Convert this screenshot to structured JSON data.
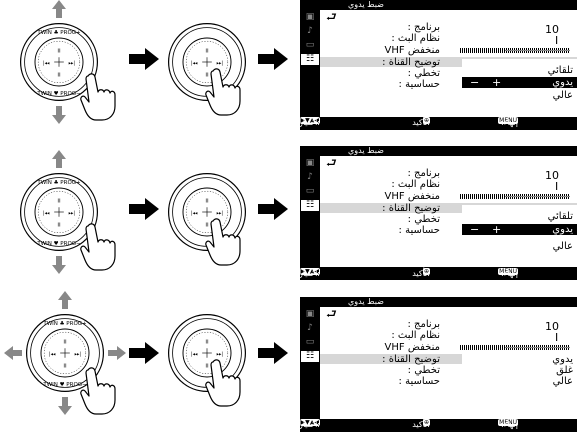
{
  "steps": [
    {
      "screen": {
        "title": "ضبط يدوي",
        "labels": [
          "برنامج :",
          "نظام البث :",
          "منخفض VHF",
          "توضيح القناة :",
          "تخطي :",
          "حساسية :"
        ],
        "program_value": "10",
        "system_value": "I",
        "dropdown": [
          "تلقائي",
          "يدوي",
          "عالي"
        ],
        "dropdown_minus": "−",
        "dropdown_plus": "+",
        "footer_end": "إنهاء:",
        "footer_end_key": "MENU",
        "footer_confirm": ":تأكيد",
        "footer_select": ":اختيار"
      }
    },
    {
      "screen": {
        "title": "ضبط يدوي",
        "labels": [
          "برنامج :",
          "نظام البث :",
          "منخفض VHF",
          "توضيح القناة :",
          "تخطي :",
          "حساسية :"
        ],
        "program_value": "10",
        "system_value": "I",
        "dropdown": [
          "تلقائي",
          "يدوي",
          "عالي"
        ],
        "dropdown_minus": "−",
        "dropdown_plus": "+",
        "footer_end": "إنهاء:",
        "footer_end_key": "MENU",
        "footer_confirm": ":تأكيد",
        "footer_select": ":اختيار"
      }
    },
    {
      "screen": {
        "title": "ضبط يدوي",
        "labels": [
          "برنامج :",
          "نظام البث :",
          "منخفض VHF",
          "توضيح القناة :",
          "تخطي :",
          "حساسية :"
        ],
        "program_value": "10",
        "system_value": "I",
        "values_right": [
          "يدوي",
          "غلق",
          "عالي"
        ],
        "footer_end": "إنهاء:",
        "footer_end_key": "MENU",
        "footer_confirm": ":تأكيد",
        "footer_select": ":اختيار"
      }
    }
  ],
  "remote_labels": {
    "top": "TWIN ♣ PROG+",
    "bottom": "TWIN ♥ PROG−"
  },
  "colors": {
    "arrow": "#888888",
    "highlight": "#d7d7d7",
    "screen_bg": "#000000"
  }
}
